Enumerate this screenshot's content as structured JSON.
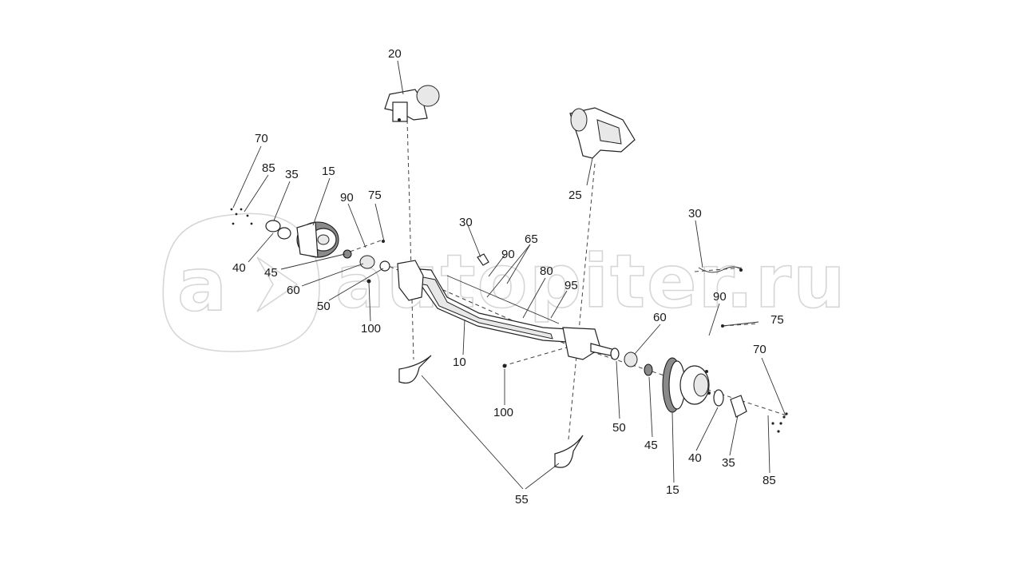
{
  "watermark": {
    "text": "autopiter.ru",
    "logo_letter": "a"
  },
  "callouts": {
    "c20": "20",
    "c25": "25",
    "c70_l": "70",
    "c85_l": "85",
    "c35_l": "35",
    "c15_l": "15",
    "c90_l": "90",
    "c75_l": "75",
    "c40_l": "40",
    "c45_l": "45",
    "c60_l": "60",
    "c50_l": "50",
    "c100_l": "100",
    "c30_l": "30",
    "c90_m": "90",
    "c65": "65",
    "c80": "80",
    "c95": "95",
    "c10": "10",
    "c30_r": "30",
    "c90_r": "90",
    "c75_r": "75",
    "c60_r": "60",
    "c70_r": "70",
    "c100_r": "100",
    "c50_r": "50",
    "c45_r": "45",
    "c40_r": "40",
    "c35_r": "35",
    "c85_r": "85",
    "c15_r": "15",
    "c55": "55"
  }
}
